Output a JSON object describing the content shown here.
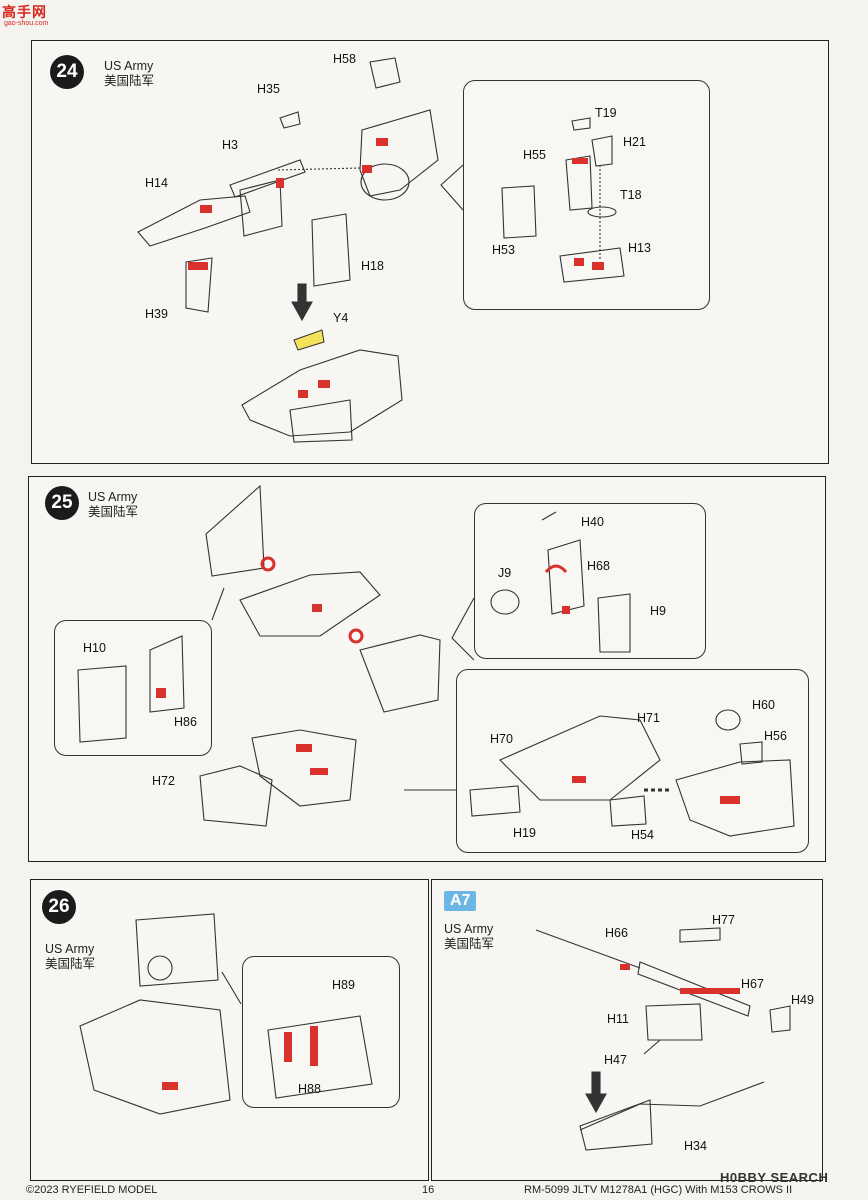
{
  "watermark": {
    "logo": "高手网",
    "url": "gao-shou.com",
    "source": "H0BBY SEARCH"
  },
  "army": {
    "en": "US Army",
    "zh": "美国陆军"
  },
  "steps": [
    {
      "num": "24",
      "labels": [
        "H58",
        "H35",
        "H3",
        "H14",
        "H39",
        "H18",
        "Y4",
        "T19",
        "H21",
        "H55",
        "T18",
        "H53",
        "H13"
      ]
    },
    {
      "num": "25",
      "labels": [
        "H40",
        "J9",
        "H68",
        "H9",
        "H10",
        "H86",
        "H72",
        "H60",
        "H71",
        "H70",
        "H56",
        "H19",
        "H54"
      ]
    },
    {
      "num": "26",
      "labels": [
        "H89",
        "H88"
      ]
    },
    {
      "badge": "A7",
      "labels": [
        "H77",
        "H66",
        "H67",
        "H49",
        "H11",
        "H47",
        "H34"
      ]
    }
  ],
  "footer": {
    "copyright": "©2023 RYEFIELD MODEL",
    "page": "16",
    "title": "RM-5099 JLTV M1278A1 (HGC) With M153 CROWS II"
  },
  "colors": {
    "accent_red": "#d9312b",
    "badge_blue": "#6cb6e6",
    "y4_yellow": "#f2e35a"
  }
}
